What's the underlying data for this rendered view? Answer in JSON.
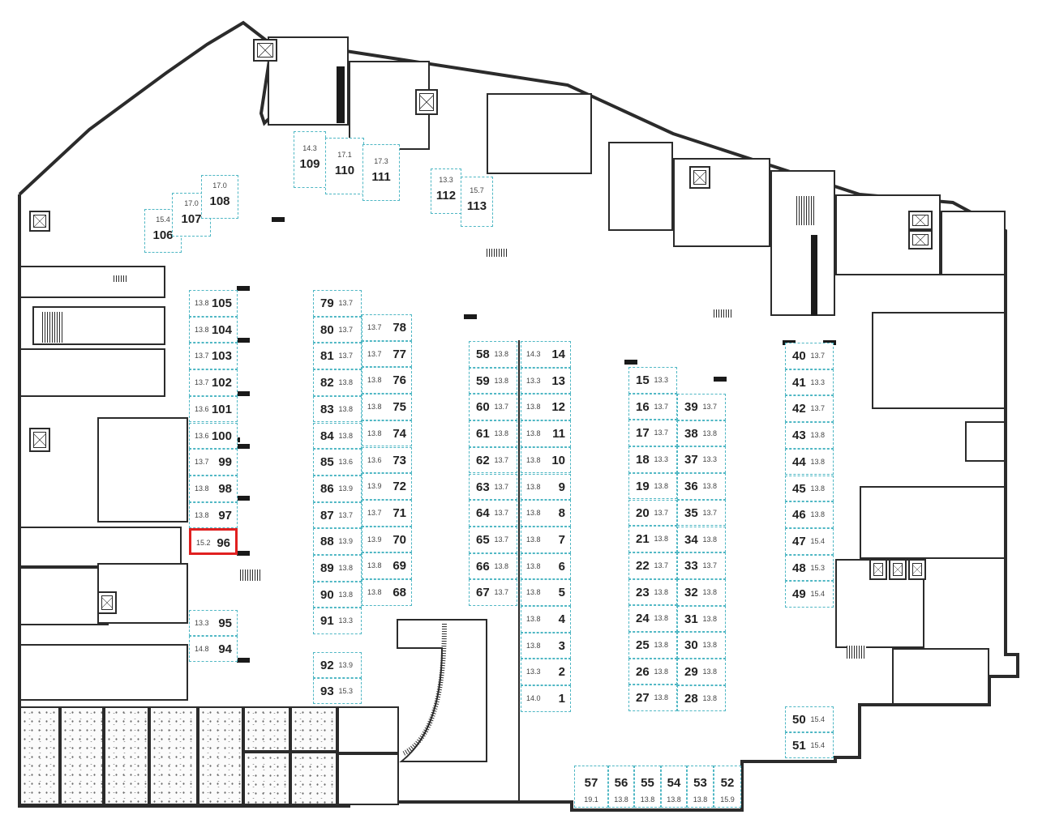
{
  "colors": {
    "wall": "#2b2b2b",
    "spot_border": "#4fb7c4",
    "selected_border": "#e02020",
    "text": "#222222"
  },
  "selected_spot": "96",
  "spots": [
    {
      "n": "109",
      "a": "14.3"
    },
    {
      "n": "110",
      "a": "17.1"
    },
    {
      "n": "111",
      "a": "17.3"
    },
    {
      "n": "112",
      "a": "13.3"
    },
    {
      "n": "113",
      "a": "15.7"
    },
    {
      "n": "106",
      "a": "15.4"
    },
    {
      "n": "107",
      "a": "17.0"
    },
    {
      "n": "108",
      "a": "17.0"
    },
    {
      "n": "105",
      "a": "13.8"
    },
    {
      "n": "104",
      "a": "13.8"
    },
    {
      "n": "103",
      "a": "13.7"
    },
    {
      "n": "102",
      "a": "13.7"
    },
    {
      "n": "101",
      "a": "13.6"
    },
    {
      "n": "100",
      "a": "13.6"
    },
    {
      "n": "99",
      "a": "13.7"
    },
    {
      "n": "98",
      "a": "13.8"
    },
    {
      "n": "97",
      "a": "13.8"
    },
    {
      "n": "96",
      "a": "15.2"
    },
    {
      "n": "95",
      "a": "13.3"
    },
    {
      "n": "94",
      "a": "14.8"
    },
    {
      "n": "79",
      "a": "13.7"
    },
    {
      "n": "80",
      "a": "13.7"
    },
    {
      "n": "81",
      "a": "13.7"
    },
    {
      "n": "82",
      "a": "13.8"
    },
    {
      "n": "83",
      "a": "13.8"
    },
    {
      "n": "84",
      "a": "13.8"
    },
    {
      "n": "85",
      "a": "13.6"
    },
    {
      "n": "86",
      "a": "13.9"
    },
    {
      "n": "87",
      "a": "13.7"
    },
    {
      "n": "88",
      "a": "13.9"
    },
    {
      "n": "89",
      "a": "13.8"
    },
    {
      "n": "90",
      "a": "13.8"
    },
    {
      "n": "91",
      "a": "13.3"
    },
    {
      "n": "92",
      "a": "13.9"
    },
    {
      "n": "93",
      "a": "15.3"
    },
    {
      "n": "78",
      "a": "13.7"
    },
    {
      "n": "77",
      "a": "13.7"
    },
    {
      "n": "76",
      "a": "13.8"
    },
    {
      "n": "75",
      "a": "13.8"
    },
    {
      "n": "74",
      "a": "13.8"
    },
    {
      "n": "73",
      "a": "13.6"
    },
    {
      "n": "72",
      "a": "13.9"
    },
    {
      "n": "71",
      "a": "13.7"
    },
    {
      "n": "70",
      "a": "13.9"
    },
    {
      "n": "69",
      "a": "13.8"
    },
    {
      "n": "68",
      "a": "13.8"
    },
    {
      "n": "58",
      "a": "13.8"
    },
    {
      "n": "59",
      "a": "13.8"
    },
    {
      "n": "60",
      "a": "13.7"
    },
    {
      "n": "61",
      "a": "13.8"
    },
    {
      "n": "62",
      "a": "13.7"
    },
    {
      "n": "63",
      "a": "13.7"
    },
    {
      "n": "64",
      "a": "13.7"
    },
    {
      "n": "65",
      "a": "13.7"
    },
    {
      "n": "66",
      "a": "13.8"
    },
    {
      "n": "67",
      "a": "13.7"
    },
    {
      "n": "14",
      "a": "14.3"
    },
    {
      "n": "13",
      "a": "13.3"
    },
    {
      "n": "12",
      "a": "13.8"
    },
    {
      "n": "11",
      "a": "13.8"
    },
    {
      "n": "10",
      "a": "13.8"
    },
    {
      "n": "9",
      "a": "13.8"
    },
    {
      "n": "8",
      "a": "13.8"
    },
    {
      "n": "7",
      "a": "13.8"
    },
    {
      "n": "6",
      "a": "13.8"
    },
    {
      "n": "5",
      "a": "13.8"
    },
    {
      "n": "4",
      "a": "13.8"
    },
    {
      "n": "3",
      "a": "13.8"
    },
    {
      "n": "2",
      "a": "13.3"
    },
    {
      "n": "1",
      "a": "14.0"
    },
    {
      "n": "15",
      "a": "13.3"
    },
    {
      "n": "16",
      "a": "13.7"
    },
    {
      "n": "17",
      "a": "13.7"
    },
    {
      "n": "18",
      "a": "13.3"
    },
    {
      "n": "19",
      "a": "13.8"
    },
    {
      "n": "20",
      "a": "13.7"
    },
    {
      "n": "21",
      "a": "13.8"
    },
    {
      "n": "22",
      "a": "13.7"
    },
    {
      "n": "23",
      "a": "13.8"
    },
    {
      "n": "24",
      "a": "13.8"
    },
    {
      "n": "25",
      "a": "13.8"
    },
    {
      "n": "26",
      "a": "13.8"
    },
    {
      "n": "27",
      "a": "13.8"
    },
    {
      "n": "39",
      "a": "13.7"
    },
    {
      "n": "38",
      "a": "13.8"
    },
    {
      "n": "37",
      "a": "13.3"
    },
    {
      "n": "36",
      "a": "13.8"
    },
    {
      "n": "35",
      "a": "13.7"
    },
    {
      "n": "34",
      "a": "13.8"
    },
    {
      "n": "33",
      "a": "13.7"
    },
    {
      "n": "32",
      "a": "13.8"
    },
    {
      "n": "31",
      "a": "13.8"
    },
    {
      "n": "30",
      "a": "13.8"
    },
    {
      "n": "29",
      "a": "13.8"
    },
    {
      "n": "28",
      "a": "13.8"
    },
    {
      "n": "40",
      "a": "13.7"
    },
    {
      "n": "41",
      "a": "13.3"
    },
    {
      "n": "42",
      "a": "13.7"
    },
    {
      "n": "43",
      "a": "13.8"
    },
    {
      "n": "44",
      "a": "13.8"
    },
    {
      "n": "45",
      "a": "13.8"
    },
    {
      "n": "46",
      "a": "13.8"
    },
    {
      "n": "47",
      "a": "15.4"
    },
    {
      "n": "48",
      "a": "15.3"
    },
    {
      "n": "49",
      "a": "15.4"
    },
    {
      "n": "50",
      "a": "15.4"
    },
    {
      "n": "51",
      "a": "15.4"
    },
    {
      "n": "57",
      "a": "19.1"
    },
    {
      "n": "56",
      "a": "13.8"
    },
    {
      "n": "55",
      "a": "13.8"
    },
    {
      "n": "54",
      "a": "13.8"
    },
    {
      "n": "53",
      "a": "13.8"
    },
    {
      "n": "52",
      "a": "15.9"
    }
  ]
}
